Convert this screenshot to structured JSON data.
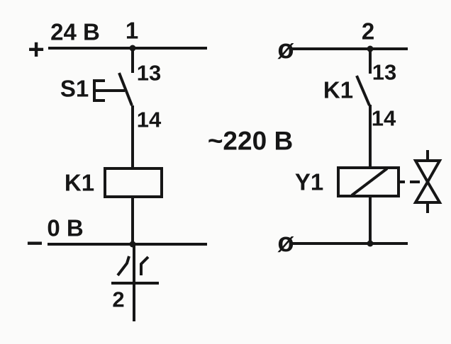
{
  "colors": {
    "ink": "#161616",
    "paper": "#fbfbfa"
  },
  "supply": {
    "ac_label": "~220 В"
  },
  "control_circuit": {
    "plus": "+",
    "supply_label": "24 В",
    "node_number": "1",
    "terminal_13": "13",
    "pushbutton_label": "S1",
    "terminal_14": "14",
    "relay_coil_label": "K1",
    "zero_volt_label": "0 В",
    "minus": "−",
    "conductor_count": "2"
  },
  "load_circuit": {
    "phase_top": "ø",
    "node_number": "2",
    "terminal_13": "13",
    "relay_contact_label": "K1",
    "terminal_14": "14",
    "solenoid_label": "Y1",
    "phase_bottom": "ø"
  }
}
